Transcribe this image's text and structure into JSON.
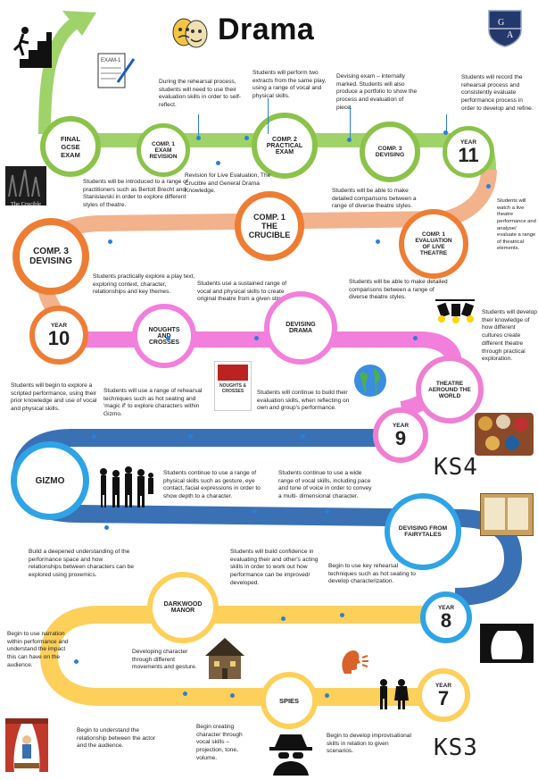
{
  "title": "Drama",
  "ks4": "KS4",
  "ks3": "KS3",
  "crucible_label": "The Crucible",
  "crosses_label": "NOUGHTS & CROSSES",
  "exam_label": "EXAM-1",
  "years": {
    "y11": {
      "label": "YEAR",
      "num": "11"
    },
    "y10": {
      "label": "YEAR",
      "num": "10"
    },
    "y9": {
      "label": "YEAR",
      "num": "9"
    },
    "y8": {
      "label": "YEAR",
      "num": "8"
    },
    "y7": {
      "label": "YEAR",
      "num": "7"
    }
  },
  "stops": {
    "final_exam": "FINAL GCSE EXAM",
    "comp1_exam": "COMP. 1 EXAM REVISION",
    "comp2": "COMP. 2 PRACTICAL EXAM",
    "comp3_devising_y11": "COMP. 3 DEVISING",
    "comp1_crucible": "COMP. 1 THE CRUCIBLE",
    "comp1_live": "COMP. 1 EVALUATION OF LIVE THEATRE",
    "comp3_devising_y10": "COMP. 3 DEVISING",
    "noughts": "NOUGHTS AND CROSSES",
    "devising_drama": "DEVISING DRAMA",
    "theatre_world": "THEATRE AEROUND THE WORLD",
    "gizmo": "GIZMO",
    "fairytales": "DEVISING FROM FAIRYTALES",
    "darkwood": "DARKWOOD MANOR",
    "spies": "SPIES"
  },
  "notes": {
    "n_rehearsal": "During the rehearsal process, students will need to use their evaluation skills in order to self-reflect.",
    "n_perform_extracts": "Students will perform two extracts from the same play, using a range of vocal and physical skills.",
    "n_devising_exam": "Devising exam – internally marked. Students will also produce a portfolio to show the process and evaluation of piece.",
    "n_record": "Students will record the rehearsal process and consistently evaluate performance process in order to develop and refine.",
    "n_revision": "Revision for Live Evaluation, The Crucible and General Drama Knowledge.",
    "n_watch_live": "Students will watch a live theatre performance and analyse/ evaluate a range of theatrical elements.",
    "n_practitioners": "Students will be introduced to a range of practitioners such as Bertolt Brecht and Stanislavski in order to explore different styles of theatre.",
    "n_comparisons_1": "Students will be able to make detailed comparisons between a range of diverse theatre styles.",
    "n_play_text": "Students practically explore a play text, exploring context, character, relationships and key themes.",
    "n_sustained": "Students use a sustained range of vocal and physical skills to create original theatre from a given stimulus.",
    "n_comparisons_2": "Students will be able to make detailed comparisons between a range of diverse theatre styles.",
    "n_cultures": "Students will develop their knowledge of how different cultures create different theatre through practical exploration.",
    "n_scripted": "Students will begin to explore a scripted performance, using their prior knowledge and use of vocal and physical skills.",
    "n_hot_seating": "Students will use a range of rehearsal techniques such as hot seating and 'magic if' to explore characters within Gizmo.",
    "n_evaluation": "Students will continue to build their evaluation skills, when reflecting on own and group's performance.",
    "n_gesture": "Students continue to use a range of physical skills such as gesture, eye contact, facial expressions in order to show depth to a character.",
    "n_vocal": "Students continue to use a wide range of vocal skills, including pace and tone of voice in order to convey a multi- dimensional character.",
    "n_proxemics": "Build a deepened understanding of the performance space and how relationships between characters can be explored using proxemics.",
    "n_confidence": "Students will build confidence in evaluating their and other's acting skills in order to work out how performance can be improved/ developed.",
    "n_rehearsal_tech": "Begin to use key rehearsal techniques such as hot seating to develop characterization.",
    "n_narration": "Begin to use narration within performance and understand the impact this can have on the audience.",
    "n_movements": "Developing character through different movements and gesture.",
    "n_actor_audience": "Begin to understand the relationship between the actor and the audience.",
    "n_vocal_skills": "Begin creating character through vocal skills – projection, tone, volume.",
    "n_improvisational": "Begin to develop improvisational skills in relation to given scenarios."
  },
  "colors": {
    "y11": "#8bc34a",
    "y10_upper": "#f2b28c",
    "y10_stop": "#ee7d34",
    "y10_pink": "#f27fdc",
    "y9": "#3a71b5",
    "y8": "#fdd05a",
    "blue_ring": "#2ea4e6",
    "pink_ring": "#ef7fd2"
  }
}
